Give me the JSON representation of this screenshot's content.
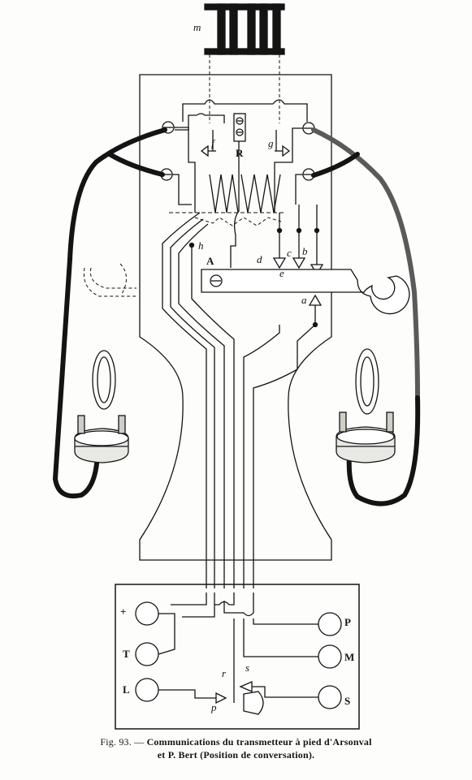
{
  "labels": {
    "m": "m",
    "f": "f",
    "g": "g",
    "R": "R",
    "h": "h",
    "A": "A",
    "d": "d",
    "c": "c",
    "b": "b",
    "e": "e",
    "a": "a",
    "plus": "+",
    "T": "T",
    "L": "L",
    "P": "P",
    "M": "M",
    "S": "S",
    "r": "r",
    "s": "s",
    "p": "p"
  },
  "caption": {
    "fig_number": "Fig. 93. —",
    "line1": "Communications du transmetteur à pied d'Arsonval",
    "line2": "et P. Bert (Position de conversation)."
  }
}
